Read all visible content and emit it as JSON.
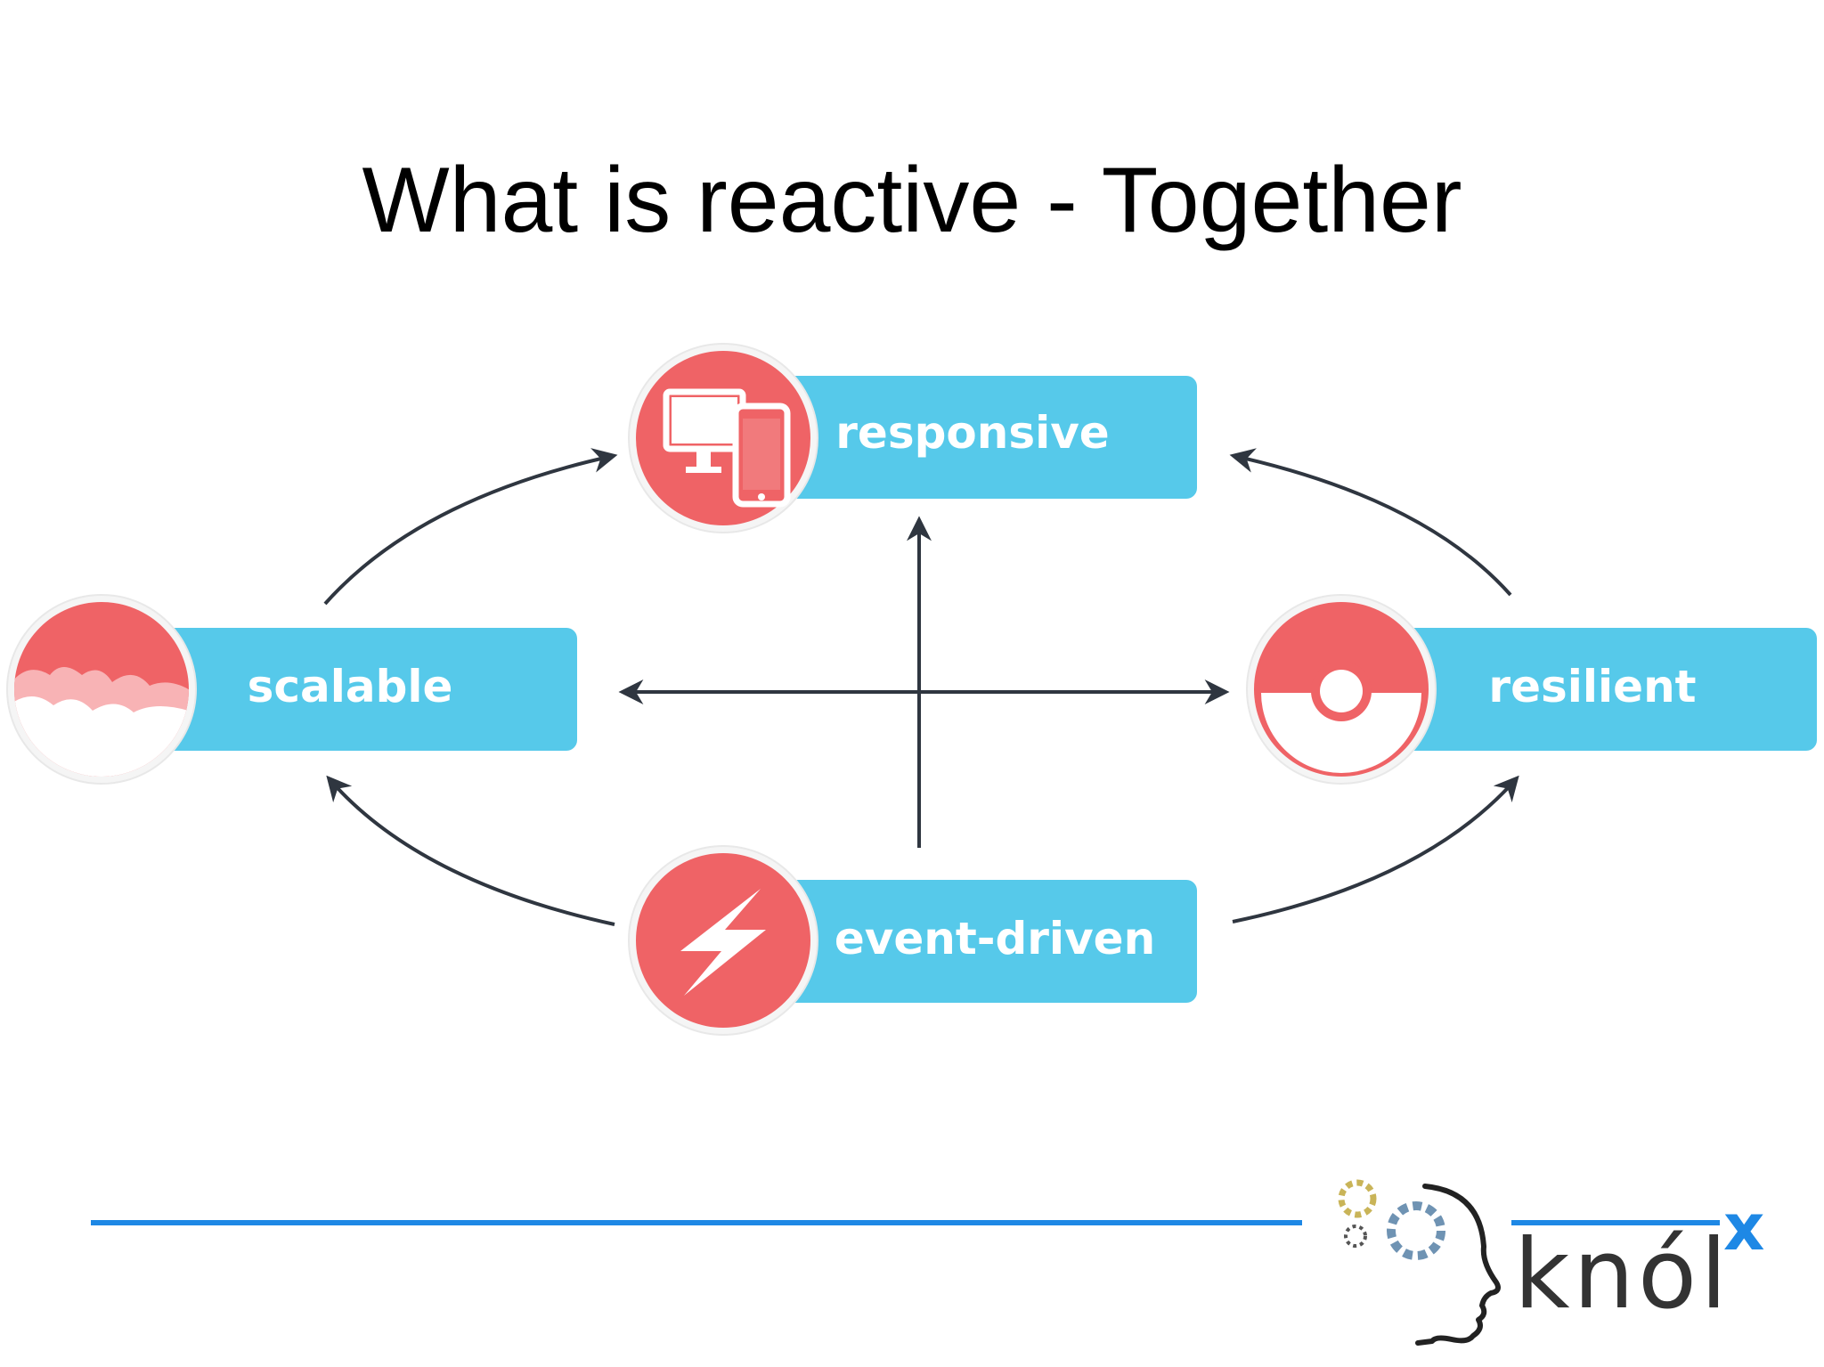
{
  "slide": {
    "title": "What is reactive - Together"
  },
  "diagram": {
    "nodes": [
      {
        "id": "responsive",
        "label": "responsive",
        "icon": "devices-icon"
      },
      {
        "id": "scalable",
        "label": "scalable",
        "icon": "clouds-icon"
      },
      {
        "id": "resilient",
        "label": "resilient",
        "icon": "lifebuoy-icon"
      },
      {
        "id": "event-driven",
        "label": "event-driven",
        "icon": "lightning-bolt-icon"
      }
    ],
    "colors": {
      "label_bar": "#56c9ea",
      "icon_circle": "#ef6366",
      "arrow": "#2f3640"
    }
  },
  "footer": {
    "logo_main": "knól",
    "logo_sup": "x",
    "accent_color": "#1e88e5"
  }
}
